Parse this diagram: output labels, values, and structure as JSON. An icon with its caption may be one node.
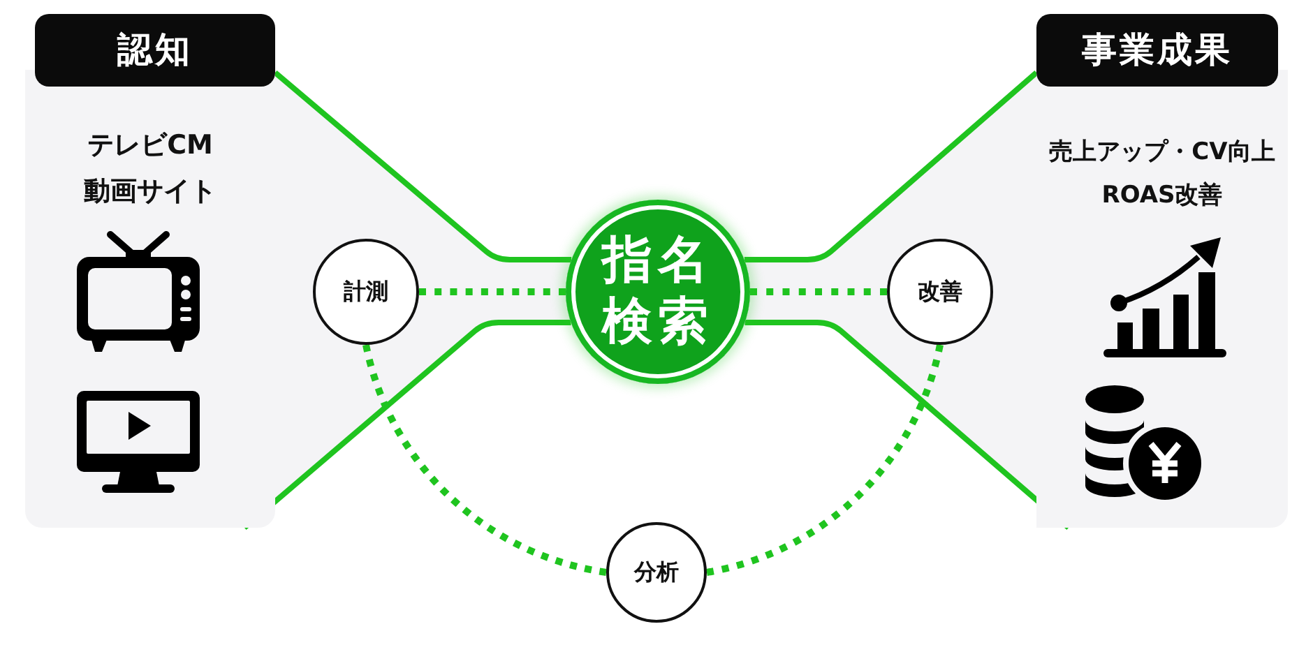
{
  "diagram": {
    "nodes": [
      {
        "text": [
          "認知",
          "テレビCM",
          "動画サイト"
        ]
      },
      {
        "text": [
          "計測"
        ]
      },
      {
        "text": [
          "指名検索"
        ]
      },
      {
        "text": [
          "改善"
        ]
      },
      {
        "text": [
          "事業成果",
          "売上アップ・CV向上",
          "ROAS改善"
        ]
      },
      {
        "text": [
          "分析"
        ]
      }
    ],
    "edges": [
      {
        "from": 0,
        "to": 2,
        "arrow": "none"
      },
      {
        "from": 0,
        "to": 2,
        "arrow": "none"
      },
      {
        "from": 2,
        "to": 4,
        "arrow": "none"
      },
      {
        "from": 2,
        "to": 4,
        "arrow": "none"
      },
      {
        "from": 1,
        "to": 2,
        "arrow": "none",
        "style": "dashed"
      },
      {
        "from": 2,
        "to": 3,
        "arrow": "none",
        "style": "dashed"
      },
      {
        "from": 1,
        "to": 5,
        "arrow": "none",
        "style": "dashed"
      },
      {
        "from": 5,
        "to": 3,
        "arrow": "none",
        "style": "dashed"
      }
    ]
  }
}
